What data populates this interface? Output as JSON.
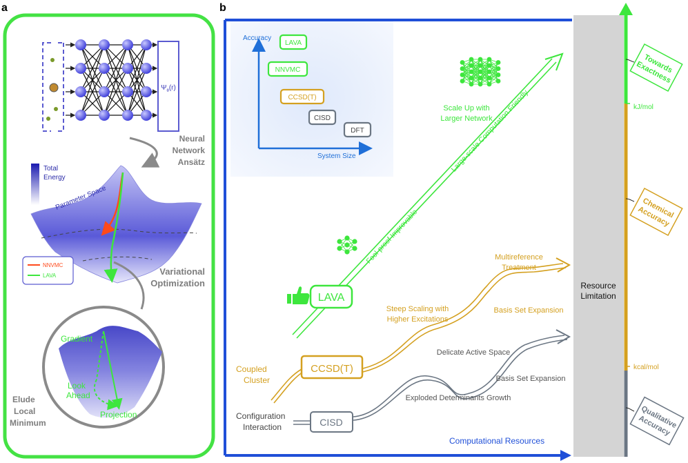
{
  "panel_a": {
    "label": "a",
    "nn_output": "Ψ",
    "nn_output_sub": "θ",
    "nn_output_arg": "(r)",
    "nn_caption_1": "Neural",
    "nn_caption_2": "Network",
    "nn_caption_3": "Ansätz",
    "energy_1": "Total",
    "energy_2": "Energy",
    "param_space": "Parameter Space",
    "legend": [
      "NNVMC",
      "LAVA"
    ],
    "vo_1": "Variational",
    "vo_2": "Optimization",
    "gradient": "Gradient",
    "look_1": "Look",
    "look_2": "Ahead",
    "projection": "Projection",
    "elude_1": "Elude",
    "elude_2": "Local",
    "elude_3": "Minimum"
  },
  "panel_b": {
    "label": "b",
    "inset": {
      "y_axis": "Accuracy",
      "x_axis": "System Size",
      "methods": [
        "LAVA",
        "NNVMC",
        "CCSD(T)",
        "CISD",
        "DFT"
      ]
    },
    "scale_1": "Scale Up with",
    "scale_2": "Larger Network",
    "large_scale": "Large-scale Computation Friendly",
    "foolproof": "Fool-proof Improvable",
    "lava": "LAVA",
    "multiref_1": "Multireference",
    "multiref_2": "Treatment",
    "steep_1": "Steep Scaling with",
    "steep_2": "Higher Excitations",
    "basis_1": "Basis Set Expansion",
    "coupled_1": "Coupled",
    "coupled_2": "Cluster",
    "ccsdt": "CCSD(T)",
    "delicate": "Delicate Active Space",
    "basis_2": "Basis Set Expansion",
    "exploded": "Exploded Determinants Growth",
    "config_1": "Configuration",
    "config_2": "Interaction",
    "cisd": "CISD",
    "comp_res": "Computational Resources",
    "resource_1": "Resource",
    "resource_2": "Limitation",
    "scale_labels": [
      "kJ/mol",
      "kcal/mol"
    ],
    "tags": [
      [
        "Towards",
        "Exactness"
      ],
      [
        "Chemical",
        "Accuracy"
      ],
      [
        "Qualitative",
        "Accuracy"
      ]
    ]
  },
  "colors": {
    "green": "#3de63d",
    "orange": "#d4a020",
    "gray": "#6b7683",
    "blue": "#1f4fd8",
    "purple": "#6a6ad8"
  }
}
